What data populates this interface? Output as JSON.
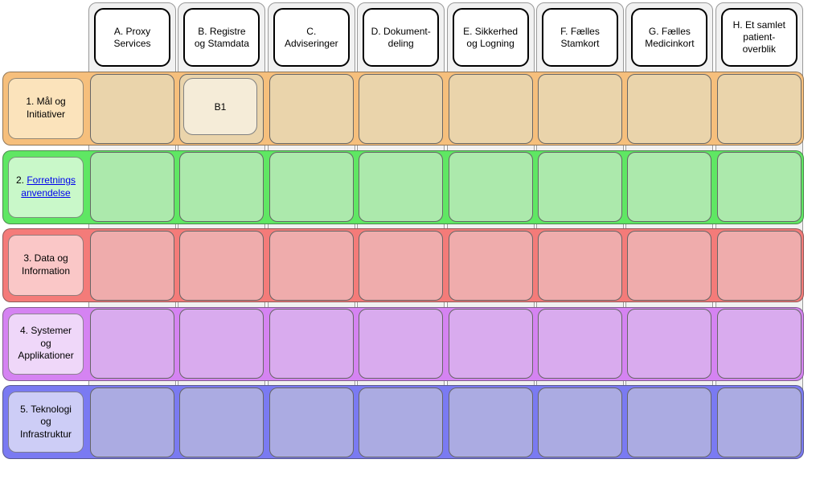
{
  "diagram": {
    "columns": [
      {
        "id": "A",
        "label": "A. Proxy\nServices"
      },
      {
        "id": "B",
        "label": "B. Registre\nog Stamdata"
      },
      {
        "id": "C",
        "label": "C.\nAdviseringer"
      },
      {
        "id": "D",
        "label": "D. Dokument-\ndeling"
      },
      {
        "id": "E",
        "label": "E. Sikkerhed\nog Logning"
      },
      {
        "id": "F",
        "label": "F. Fælles\nStamkort"
      },
      {
        "id": "G",
        "label": "G. Fælles\nMedicinkort"
      },
      {
        "id": "H",
        "label": "H. Et samlet\npatient-\noverblik"
      }
    ],
    "rows": [
      {
        "id": "1",
        "label": "1. Mål og\nInitiativer",
        "band_color": "#F6BF7C",
        "cell_color": "#EAD4AB",
        "header_fill": "#FBE3BB"
      },
      {
        "id": "2",
        "label_prefix": "2. ",
        "link_text": "Forretnings\nanvendelse",
        "band_color": "#5FE763",
        "cell_color": "#ACE9AC",
        "header_fill": "#C9F8C9"
      },
      {
        "id": "3",
        "label": "3. Data og\nInformation",
        "band_color": "#F47B79",
        "cell_color": "#EFACAC",
        "header_fill": "#FAC7C7"
      },
      {
        "id": "4",
        "label": "4. Systemer\nog\nApplikationer",
        "band_color": "#D583F2",
        "cell_color": "#D9ABEE",
        "header_fill": "#EFD7F9"
      },
      {
        "id": "5",
        "label": "5. Teknologi\nog\nInfrastruktur",
        "band_color": "#7A7AF2",
        "cell_color": "#ABABE2",
        "header_fill": "#CDCDF6"
      }
    ],
    "nodes": [
      {
        "row_id": "1",
        "col_id": "B",
        "label": "B1",
        "fill": "#F5ECD8"
      }
    ],
    "colors": {
      "background": "#FFFFFF",
      "lane_fill": "#F1F1F1",
      "lane_border": "#999999",
      "header_box_fill": "#FFFFFF",
      "header_box_border": "#000000",
      "cell_border": "#666666",
      "link": "#0000EE",
      "text": "#000000"
    }
  }
}
